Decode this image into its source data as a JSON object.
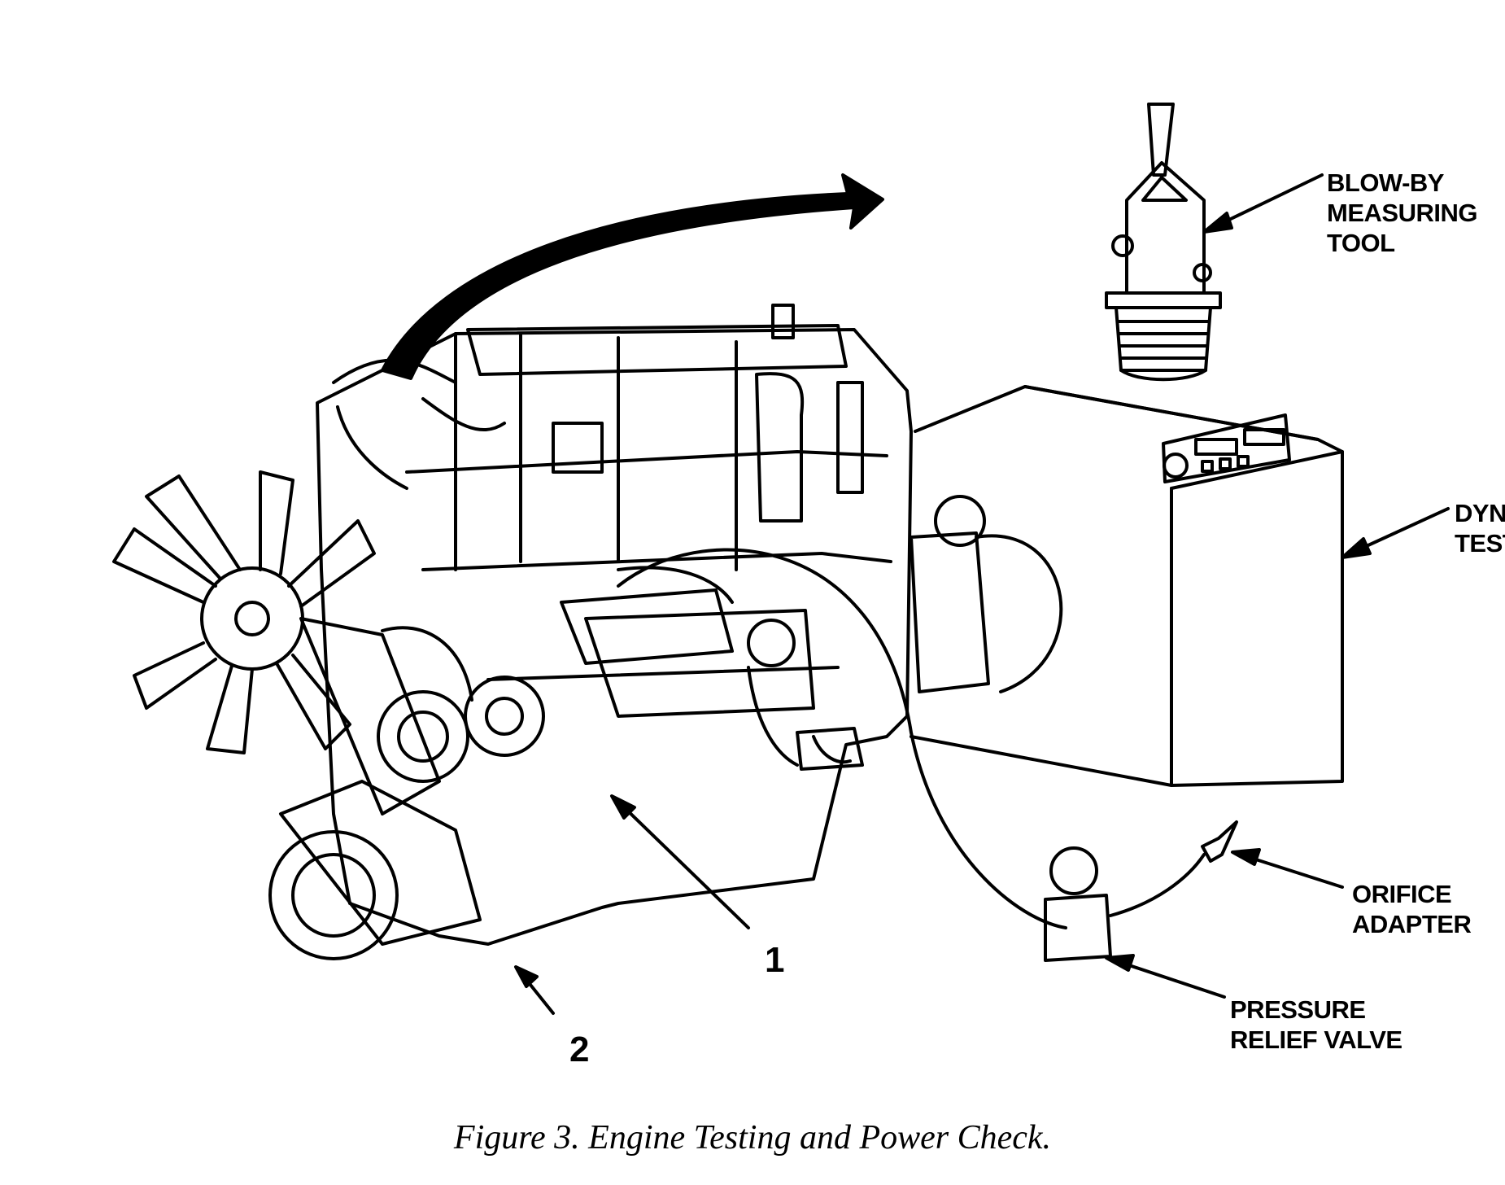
{
  "figure": {
    "caption": "Figure 3. Engine Testing and Power Check.",
    "labels": {
      "blow_by_line1": "BLOW-BY",
      "blow_by_line2": "MEASURING",
      "blow_by_line3": "TOOL",
      "dyno_line1": "DYN",
      "dyno_line2": "TEST",
      "orifice_line1": "ORIFICE",
      "orifice_line2": "ADAPTER",
      "relief_line1": "PRESSURE",
      "relief_line2": "RELIEF VALVE",
      "callout_1": "1",
      "callout_2": "2"
    }
  }
}
